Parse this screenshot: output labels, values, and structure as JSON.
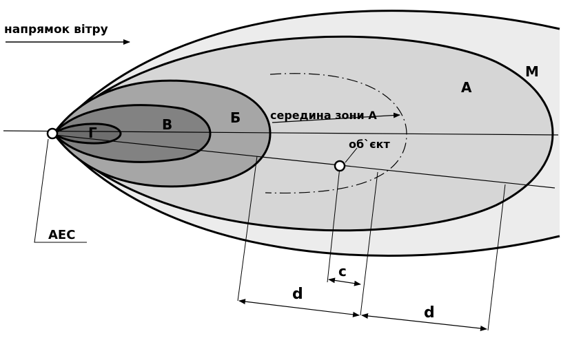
{
  "labels": {
    "wind_direction": "напрямок вітру",
    "zone_m": "М",
    "zone_a": "А",
    "zone_b": "Б",
    "zone_v": "В",
    "zone_g": "Г",
    "zone_a_middle": "середина зони А",
    "object": "об`єкт",
    "npp": "АЕС",
    "dim_c": "с",
    "dim_d_left": "d",
    "dim_d_right": "d"
  },
  "colors": {
    "zone_m_fill": "#ececec",
    "zone_a_fill": "#d6d6d6",
    "zone_b_fill": "#a6a6a6",
    "zone_v_fill": "#828282",
    "zone_g_fill": "#6e6e6e",
    "stroke": "#000000"
  }
}
